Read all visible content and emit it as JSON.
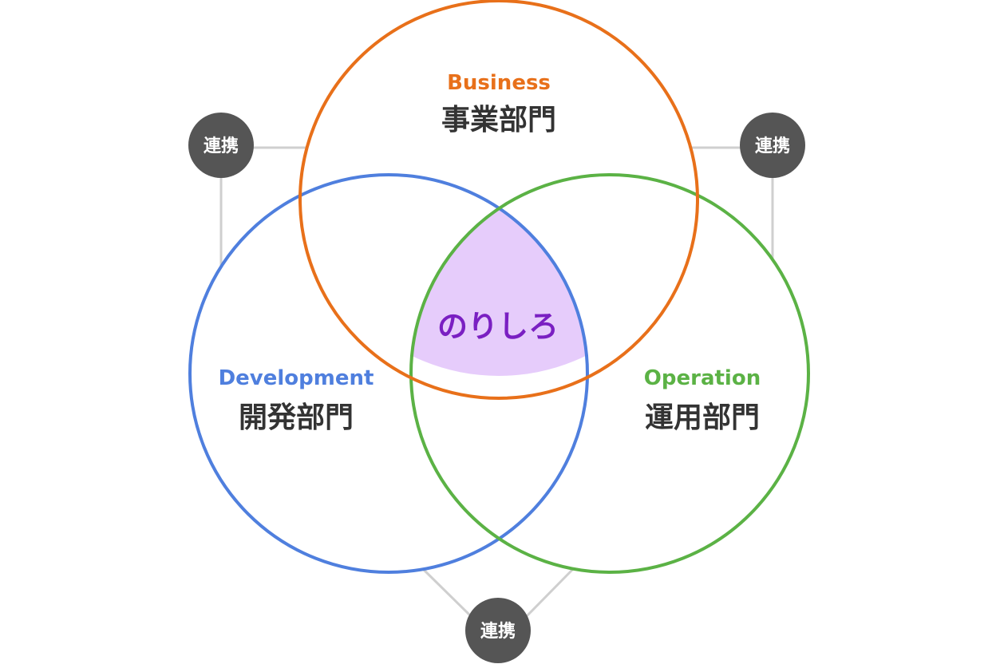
{
  "colors": {
    "business": "#e8701a",
    "development": "#4f7fde",
    "operation": "#5bb245",
    "center_fill": "#e6ccfb",
    "center_text": "#7a1fc2",
    "badge": "#555555",
    "connector": "#cfcfcf",
    "label_text": "#333333"
  },
  "circles": {
    "business": {
      "en": "Business",
      "ja": "事業部門"
    },
    "development": {
      "en": "Development",
      "ja": "開発部門"
    },
    "operation": {
      "en": "Operation",
      "ja": "運用部門"
    }
  },
  "center": {
    "label": "のりしろ"
  },
  "connectors": {
    "left": "連携",
    "right": "連携",
    "bottom": "連携"
  }
}
